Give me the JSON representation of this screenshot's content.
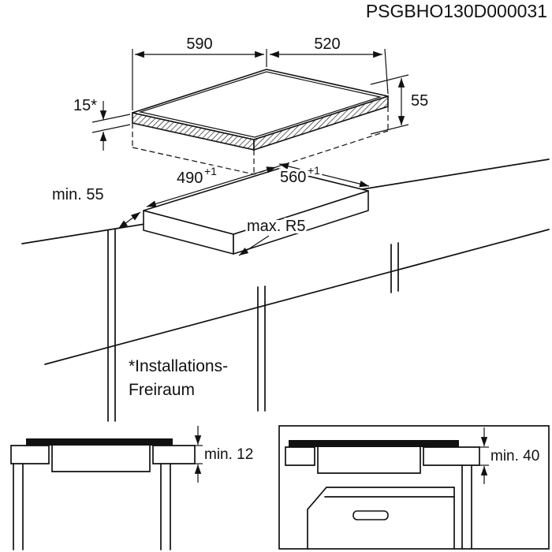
{
  "document_code": "PSGBHO130D000031",
  "hob_view": {
    "width": "590",
    "depth": "520",
    "height": "55",
    "glass_thickness": "15*"
  },
  "cutout_view": {
    "width": "490",
    "width_tolerance": "+1",
    "depth": "560",
    "depth_tolerance": "+1",
    "front_distance": "min. 55",
    "corner_radius": "max. R5"
  },
  "clearance_note": {
    "line1": "*Installations-",
    "line2": "Freiraum"
  },
  "details": {
    "worktop_clearance": "min. 12",
    "oven_clearance": "min. 40"
  },
  "colors": {
    "line": "#111111",
    "background": "#ffffff"
  }
}
